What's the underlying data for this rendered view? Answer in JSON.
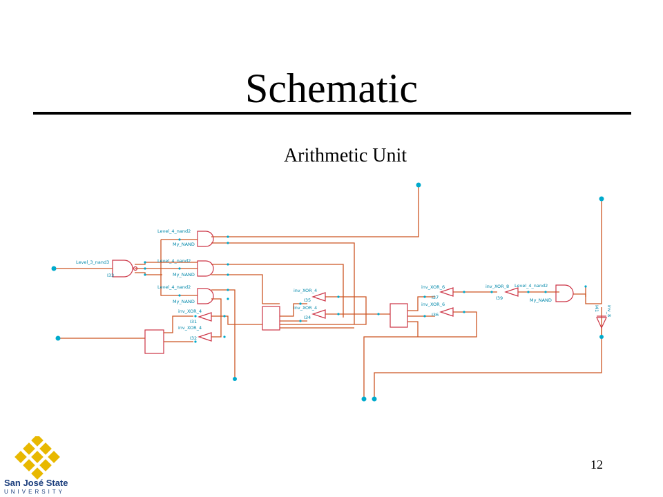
{
  "slide": {
    "title": "Schematic",
    "subtitle": "Arithmetic Unit",
    "page_number": "12"
  },
  "logo": {
    "name": "San José State",
    "subname": "UNIVERSITY"
  },
  "colors": {
    "wire": "#cc5522",
    "label": "#0088aa",
    "pin": "#00aacc",
    "gate": "#cc3344",
    "logo_gold": "#e8b800",
    "logo_blue": "#1a3d7c"
  },
  "schematic": {
    "labels": {
      "l3_nand3": "Level_3_nand3",
      "l3_inst": "I33",
      "nand_a": "Level_4_nand2",
      "nand_a_ref": "My_NAND",
      "nand_b": "Level_4_nand2",
      "nand_b_ref": "My_NAND",
      "nand_c": "Level_4_nand2",
      "nand_c_ref": "My_NAND",
      "inv4a": "inv_XOR_4",
      "inv4a_inst": "I31",
      "inv4b": "inv_XOR_4",
      "inv4b_inst": "I32",
      "inv4c": "inv_XOR_4",
      "inv4c_inst": "I35",
      "inv4d": "inv_XOR_4",
      "inv4d_inst": "I34",
      "inv6a": "inv_XOR_6",
      "inv6a_inst": "I37",
      "inv6b": "inv_XOR_6",
      "inv6b_inst": "I36",
      "inv8": "inv_XOR_8",
      "inv8_inst": "I39",
      "nand_r": "Level_4_nand2",
      "nand_r_ref": "My_NAND",
      "inv_v": "inv_8",
      "inv_v_inst": "I41"
    }
  }
}
